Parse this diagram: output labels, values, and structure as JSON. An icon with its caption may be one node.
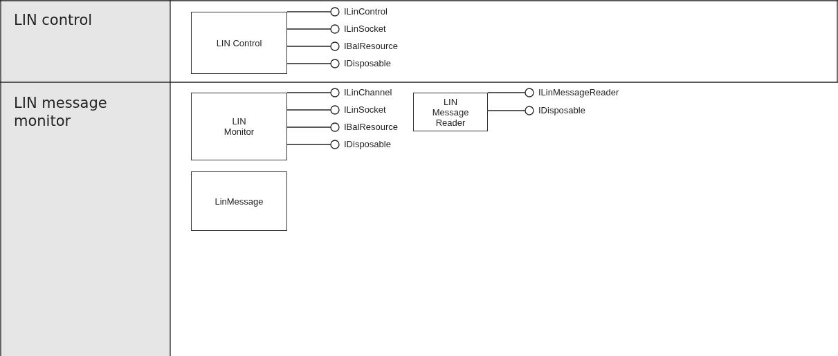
{
  "diagram": {
    "nodes": [
      {
        "text": [
          "LIN Control"
        ]
      },
      {
        "text": [],
        "shape": "circle",
        "beside": [
          "ILinControl"
        ]
      },
      {
        "text": [],
        "shape": "circle",
        "beside": [
          "ILinSocket"
        ]
      },
      {
        "text": [],
        "shape": "circle",
        "beside": [
          "IBalResource"
        ]
      },
      {
        "text": [],
        "shape": "circle",
        "beside": [
          "IDisposable"
        ]
      },
      {
        "text": [
          "LIN Monitor"
        ]
      },
      {
        "text": [],
        "shape": "circle",
        "beside": [
          "ILinChannel"
        ]
      },
      {
        "text": [],
        "shape": "circle",
        "beside": [
          "ILinSocket"
        ]
      },
      {
        "text": [],
        "shape": "circle",
        "beside": [
          "IBalResource"
        ]
      },
      {
        "text": [],
        "shape": "circle",
        "beside": [
          "IDisposable"
        ]
      },
      {
        "text": [
          "LIN Message Reader"
        ]
      },
      {
        "text": [],
        "shape": "circle",
        "beside": [
          "ILinMessageReader"
        ]
      },
      {
        "text": [],
        "shape": "circle",
        "beside": [
          "IDisposable"
        ]
      },
      {
        "text": [
          "LinMessage"
        ]
      }
    ],
    "edges": [
      {
        "from": 0,
        "to": 1,
        "arrow": "none"
      },
      {
        "from": 0,
        "to": 2,
        "arrow": "none"
      },
      {
        "from": 0,
        "to": 3,
        "arrow": "none"
      },
      {
        "from": 0,
        "to": 4,
        "arrow": "none"
      },
      {
        "from": 5,
        "to": 6,
        "arrow": "none"
      },
      {
        "from": 5,
        "to": 7,
        "arrow": "none"
      },
      {
        "from": 5,
        "to": 8,
        "arrow": "none"
      },
      {
        "from": 5,
        "to": 9,
        "arrow": "none"
      },
      {
        "from": 10,
        "to": 11,
        "arrow": "none"
      },
      {
        "from": 10,
        "to": 12,
        "arrow": "none"
      }
    ],
    "labels": [
      "LIN control",
      "LIN message monitor"
    ]
  }
}
